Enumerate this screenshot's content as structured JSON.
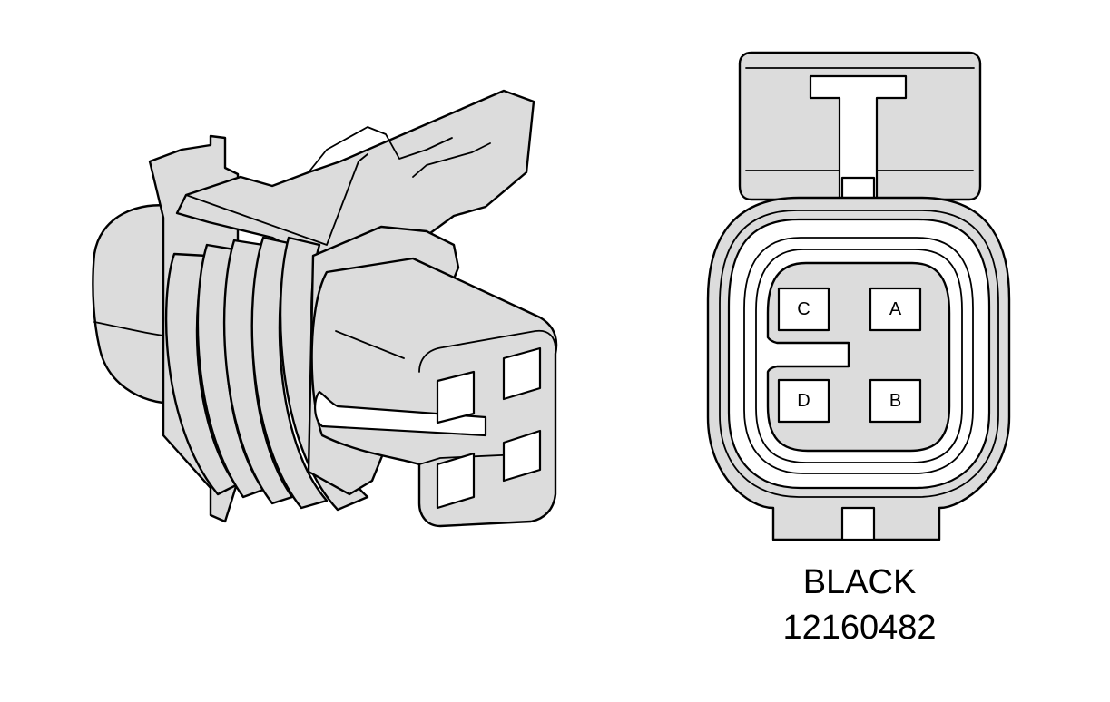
{
  "connector": {
    "color_label": "BLACK",
    "part_number": "12160482",
    "pins": [
      {
        "id": "C",
        "label": "C"
      },
      {
        "id": "A",
        "label": "A"
      },
      {
        "id": "D",
        "label": "D"
      },
      {
        "id": "B",
        "label": "B"
      }
    ]
  },
  "colors": {
    "body_fill": "#dcdcdc",
    "line": "#000000",
    "background": "#ffffff"
  }
}
